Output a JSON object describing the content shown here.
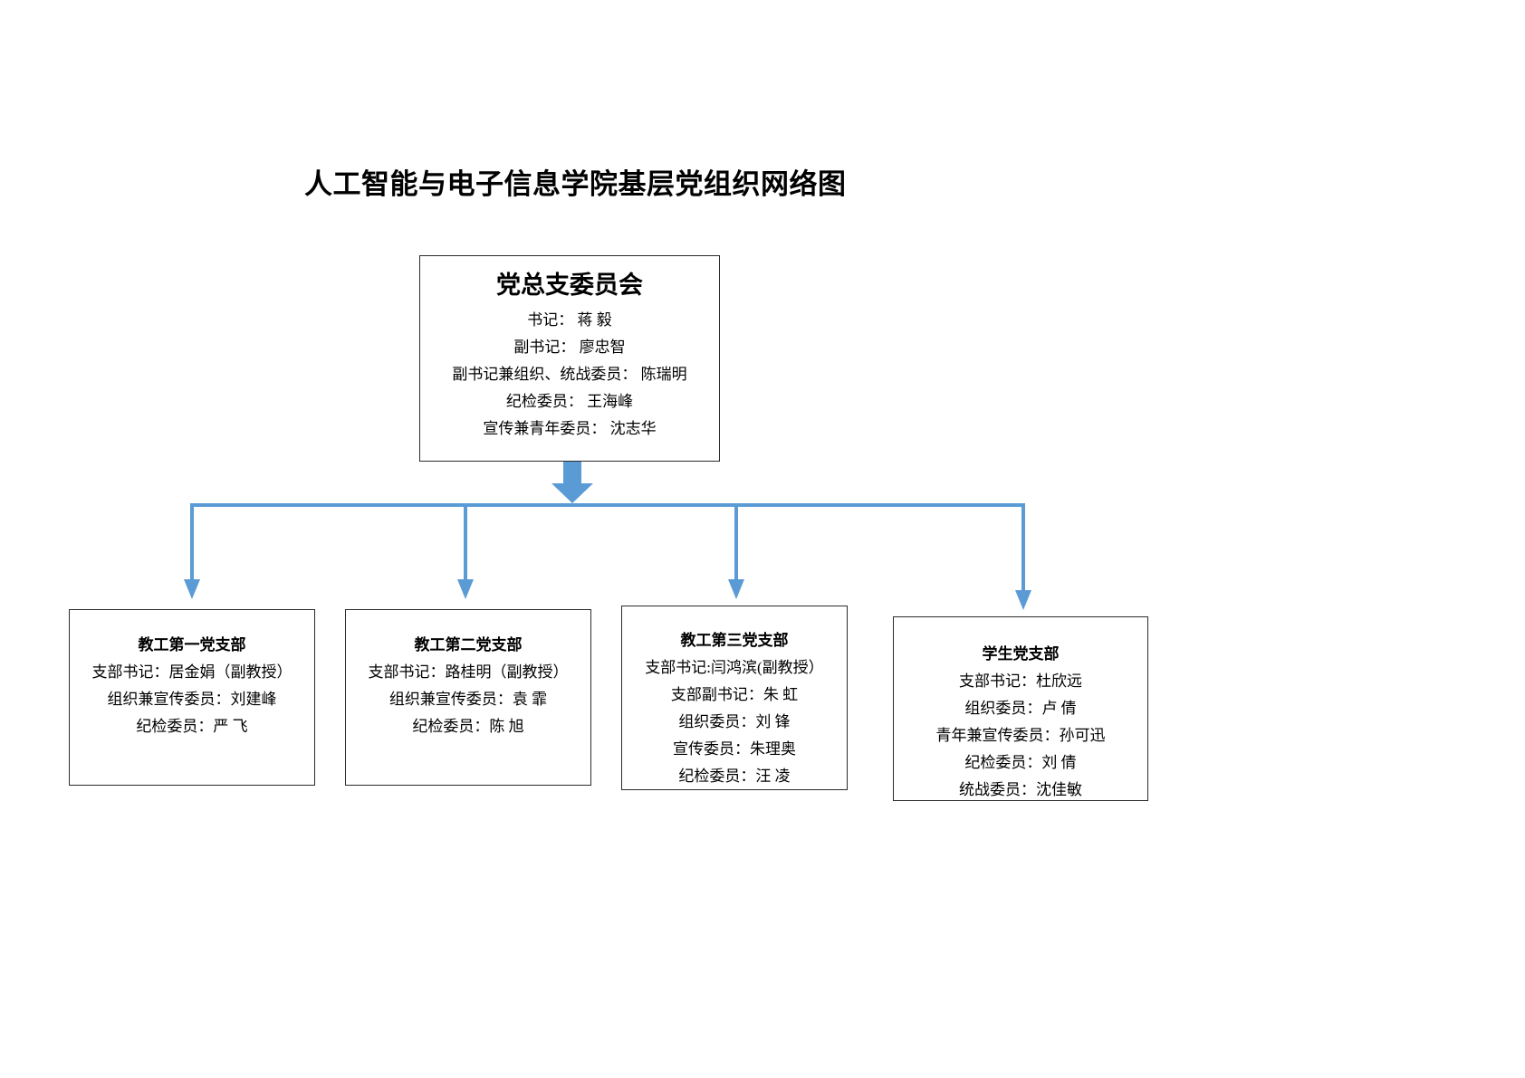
{
  "page": {
    "title": "人工智能与电子信息学院基层党组织网络图",
    "background_color": "#ffffff",
    "box_border_color": "#2b2b2b",
    "connector_color": "#5b9bd5"
  },
  "root": {
    "title": "党总支委员会",
    "lines": [
      "书记： 蒋  毅",
      "副书记： 廖忠智",
      "副书记兼组织、统战委员： 陈瑞明",
      "纪检委员： 王海峰",
      "宣传兼青年委员： 沈志华"
    ]
  },
  "children": [
    {
      "title": "教工第一党支部",
      "lines": [
        "支部书记：居金娟（副教授）",
        "组织兼宣传委员：刘建峰",
        "纪检委员：严  飞"
      ]
    },
    {
      "title": "教工第二党支部",
      "lines": [
        "支部书记：路桂明（副教授）",
        "组织兼宣传委员：袁  霏",
        "纪检委员：陈  旭"
      ]
    },
    {
      "title": "教工第三党支部",
      "lines": [
        "支部书记:闫鸿滨(副教授）",
        "支部副书记：朱  虹",
        "组织委员：刘  锋",
        "宣传委员：朱理奥",
        "纪检委员：汪  凌"
      ]
    },
    {
      "title": "学生党支部",
      "lines": [
        "支部书记：杜欣远",
        "组织委员：卢  倩",
        "青年兼宣传委员：孙可迅",
        "纪检委员：刘  倩",
        "统战委员：沈佳敏"
      ]
    }
  ]
}
